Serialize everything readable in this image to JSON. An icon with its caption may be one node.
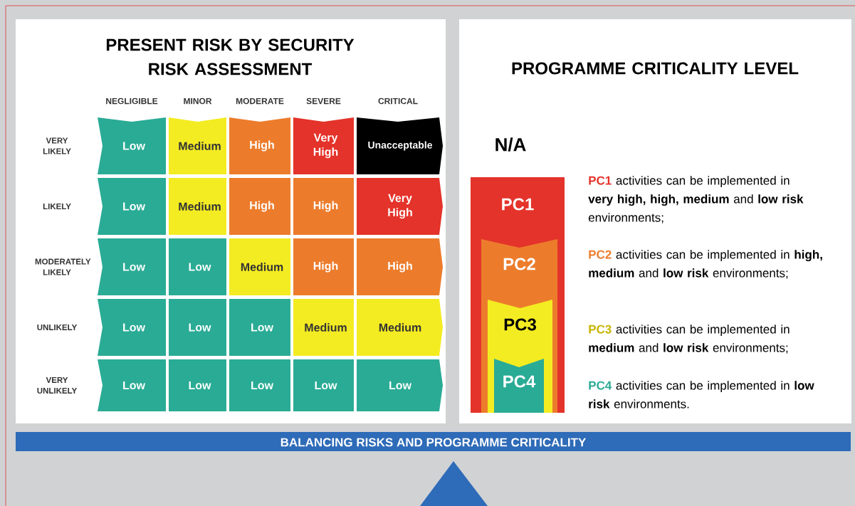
{
  "diagram": {
    "nodes": [
      {
        "text": [
          "PRESENT RISK BY SECURITY RISK ASSESSMENT"
        ]
      },
      {
        "text": [
          "Low"
        ],
        "in": 0
      },
      {
        "text": [
          "Medium"
        ],
        "in": 0
      },
      {
        "text": [
          "High"
        ],
        "in": 0
      },
      {
        "text": [
          "Very High"
        ],
        "in": 0
      },
      {
        "text": [
          "Unacceptable"
        ],
        "in": 0
      },
      {
        "text": [
          "Low"
        ],
        "in": 0
      },
      {
        "text": [
          "Medium"
        ],
        "in": 0
      },
      {
        "text": [
          "High"
        ],
        "in": 0
      },
      {
        "text": [
          "High"
        ],
        "in": 0
      },
      {
        "text": [
          "Very High"
        ],
        "in": 0
      },
      {
        "text": [
          "Low"
        ],
        "in": 0
      },
      {
        "text": [
          "Low"
        ],
        "in": 0
      },
      {
        "text": [
          "Medium"
        ],
        "in": 0
      },
      {
        "text": [
          "High"
        ],
        "in": 0
      },
      {
        "text": [
          "High"
        ],
        "in": 0
      },
      {
        "text": [
          "Low"
        ],
        "in": 0
      },
      {
        "text": [
          "Low"
        ],
        "in": 0
      },
      {
        "text": [
          "Low"
        ],
        "in": 0
      },
      {
        "text": [
          "Medium"
        ],
        "in": 0
      },
      {
        "text": [
          "Medium"
        ],
        "in": 0
      },
      {
        "text": [
          "Low"
        ],
        "in": 0
      },
      {
        "text": [
          "Low"
        ],
        "in": 0
      },
      {
        "text": [
          "Low"
        ],
        "in": 0
      },
      {
        "text": [
          "Low"
        ],
        "in": 0
      },
      {
        "text": [
          "Low"
        ],
        "in": 0
      },
      {
        "text": [
          "PROGRAMME CRITICALITY LEVEL"
        ]
      },
      {
        "text": [
          "PC1"
        ],
        "in": 26
      },
      {
        "text": [
          "PC2"
        ],
        "in": 27
      },
      {
        "text": [
          "PC3"
        ],
        "in": 28
      },
      {
        "text": [
          "PC4"
        ],
        "in": 29
      },
      {
        "text": [
          "BALANCING RISKS AND PROGRAMME CRITICALITY"
        ]
      },
      {
        "text": [],
        "shape": "triangle"
      }
    ],
    "labels": [
      "NEGLIGIBLE",
      "MINOR",
      "MODERATE",
      "SEVERE",
      "CRITICAL",
      "VERY LIKELY",
      "LIKELY",
      "MODERATELY LIKELY",
      "UNLIKELY",
      "VERY UNLIKELY",
      "N/A",
      "PC1",
      "activities can be implemented in **very high, high, medium** and **low risk** environments;",
      "PC2",
      "activities can be implemented in **high, medium** and **low risk** environments;",
      "PC3",
      "activities can be implemented in **medium** and **low risk** environments;",
      "PC4",
      "activities can be implemented in **low risk** environments."
    ]
  }
}
